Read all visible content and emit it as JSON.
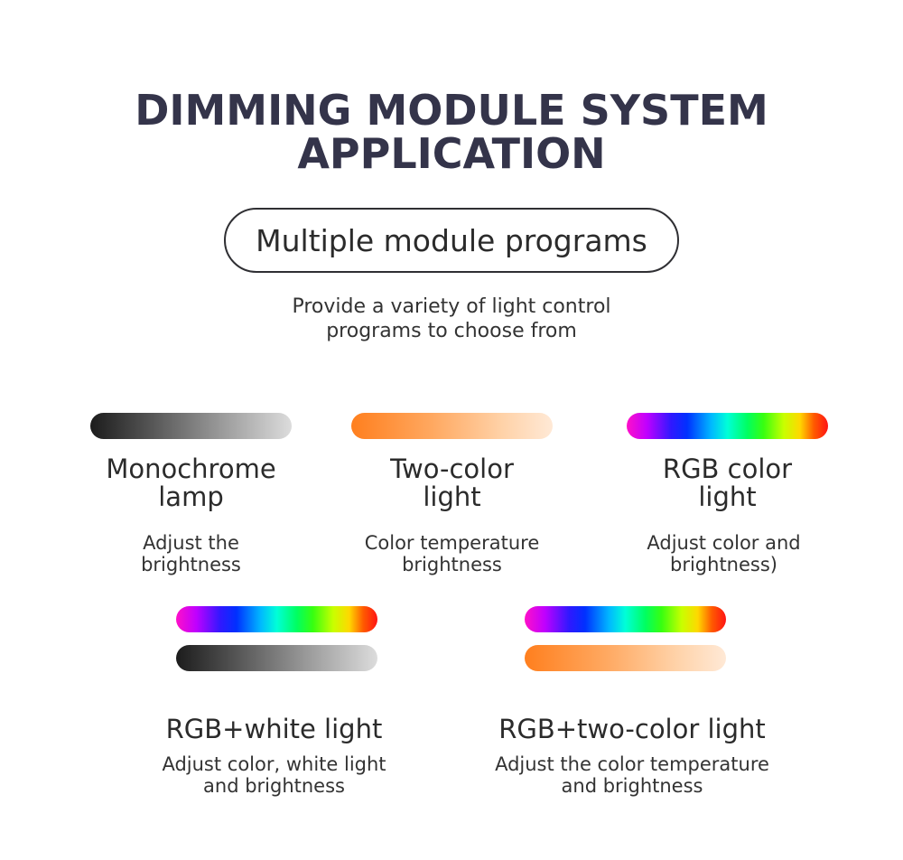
{
  "header": {
    "title_line1": "DIMMING MODULE SYSTEM",
    "title_line2": "APPLICATION",
    "pill_label": "Multiple module programs",
    "tagline_line1": "Provide a variety of light control",
    "tagline_line2": "programs to choose from"
  },
  "modules": [
    {
      "title_line1": "Monochrome",
      "title_line2": "lamp",
      "desc_line1": "Adjust the",
      "desc_line2": "brightness",
      "bars": [
        "monochrome-gradient"
      ]
    },
    {
      "title_line1": "Two-color",
      "title_line2": "light",
      "desc_line1": "Color temperature",
      "desc_line2": "brightness",
      "bars": [
        "warm-gradient"
      ]
    },
    {
      "title_line1": "RGB color",
      "title_line2": "light",
      "desc_line1": "Adjust color and",
      "desc_line2": "brightness)",
      "bars": [
        "rgb-gradient"
      ]
    },
    {
      "title": "RGB+white light",
      "desc_line1": "Adjust color, white light",
      "desc_line2": "and brightness",
      "bars": [
        "rgb-gradient",
        "monochrome-gradient"
      ]
    },
    {
      "title": "RGB+two-color light",
      "desc_line1": "Adjust the color temperature",
      "desc_line2": "and brightness",
      "bars": [
        "rgb-gradient",
        "warm-gradient"
      ]
    }
  ],
  "colors": {
    "title": "#34344a",
    "text": "#2b2b2b",
    "warm_start": "#ff7f1e",
    "warm_end": "#ffe9d6",
    "mono_start": "#1c1c1c",
    "mono_end": "#dcdcdc"
  }
}
